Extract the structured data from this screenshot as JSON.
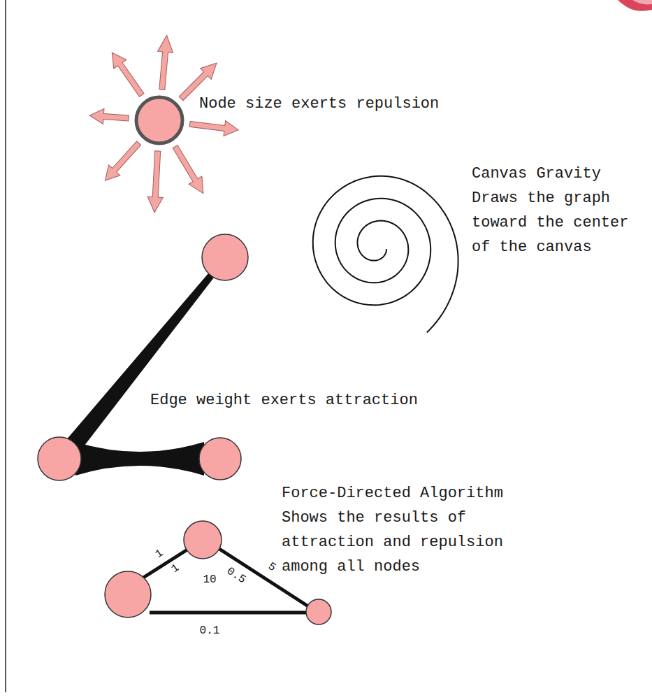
{
  "diagram": {
    "labels": [
      "Node size exerts repulsion",
      "Canvas Gravity Draws the graph toward the center of the canvas",
      "Edge weight exerts attraction",
      "Force-Directed Algorithm Shows the results of attraction and repulsion among all nodes",
      "1",
      "1",
      "5",
      "0.5",
      "10",
      "0.1"
    ]
  }
}
